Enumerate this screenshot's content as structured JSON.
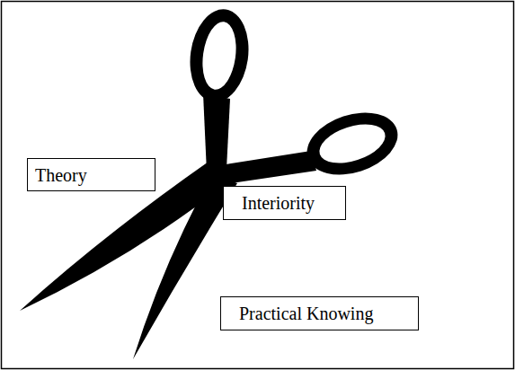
{
  "diagram": {
    "nodes": [
      {
        "text": [
          "Theory"
        ]
      },
      {
        "text": [
          "Interiority"
        ]
      },
      {
        "text": [
          "Practical Knowing"
        ]
      }
    ]
  }
}
